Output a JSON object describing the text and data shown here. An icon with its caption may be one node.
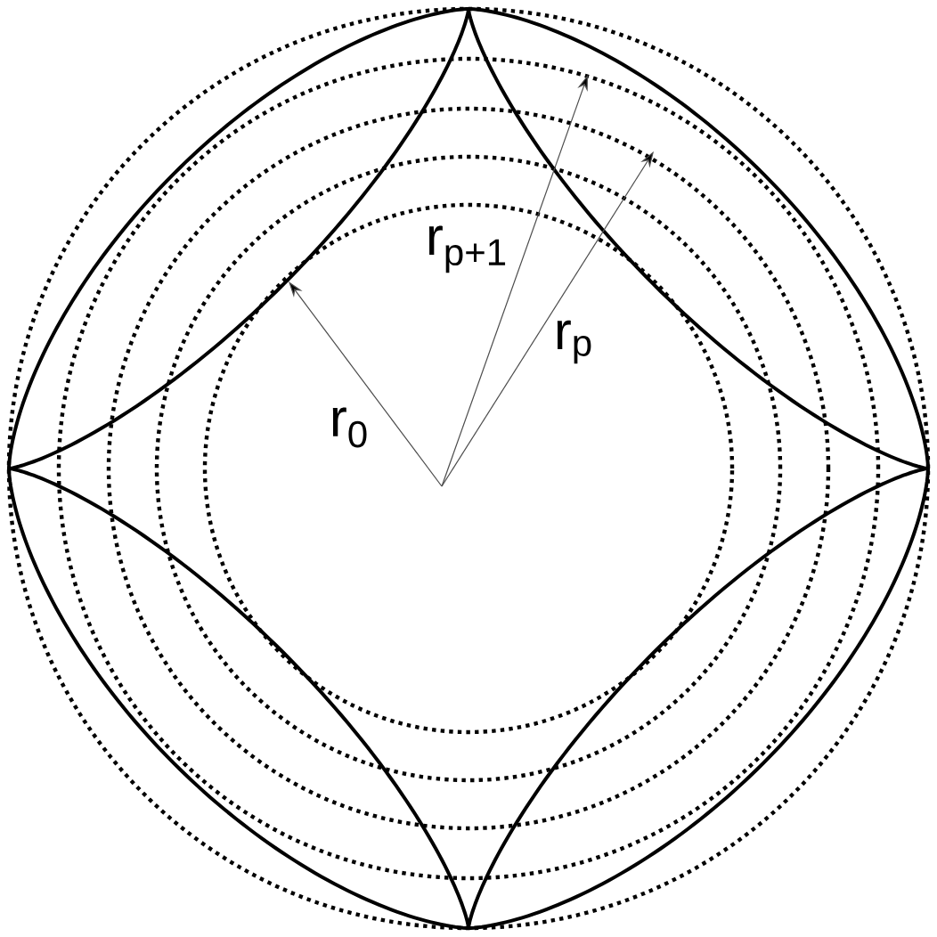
{
  "diagram": {
    "labels": [
      "r$_{0}$",
      "r$_{p+1}$",
      "r$_{p}$"
    ]
  }
}
